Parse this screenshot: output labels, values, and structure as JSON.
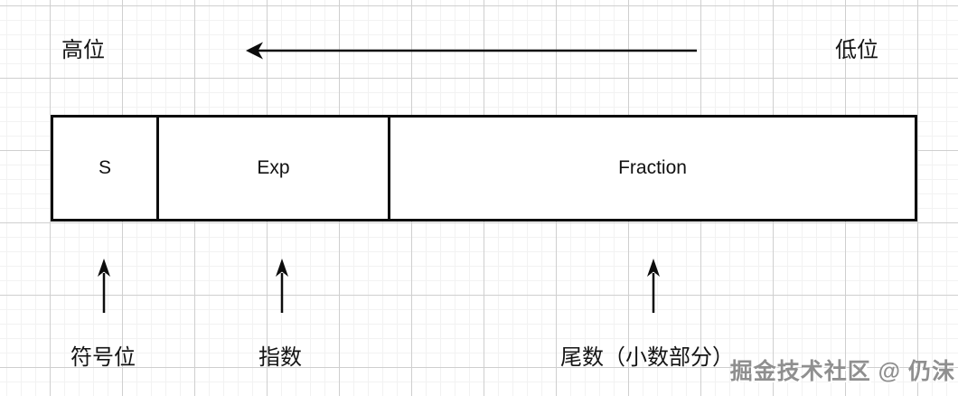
{
  "diagram": {
    "title_row": {
      "high_bits_label": "高位",
      "low_bits_label": "低位"
    },
    "format_box": {
      "fields": [
        {
          "box_label": "S",
          "annotation": "符号位"
        },
        {
          "box_label": "Exp",
          "annotation": "指数"
        },
        {
          "box_label": "Fraction",
          "annotation": "尾数（小数部分）"
        }
      ]
    },
    "watermark": "掘金技术社区 @ 仍沫",
    "icons": {
      "direction_arrow": "arrow-left",
      "pointer_arrow": "arrow-up"
    },
    "colors": {
      "ink": "#111111",
      "grid_minor": "#f2f2f2",
      "grid_major": "#cfcfcf",
      "watermark_gray": "#8f8f8f"
    }
  }
}
